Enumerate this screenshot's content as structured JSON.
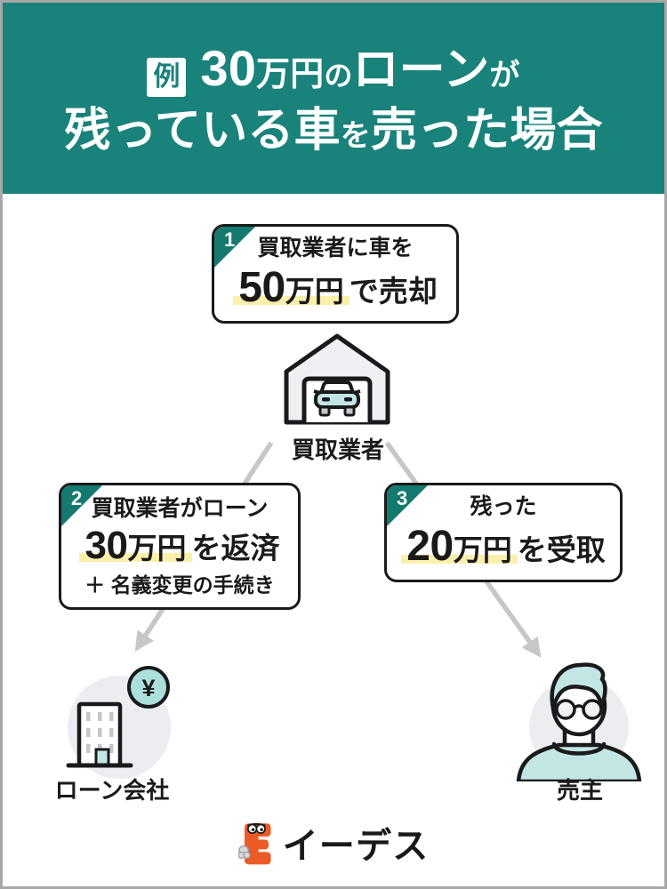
{
  "colors": {
    "header_bg": "#19827B",
    "step_corner": "#147A70",
    "highlight_yellow": "#FAF0AC",
    "arrow_gray": "#C7C7C7",
    "teal_fill": "#C2E6E3",
    "icon_gray_bg": "#ECEDF0",
    "ink": "#1A1A1A",
    "brand_orange": "#EB5B25",
    "page_border": "#A8A8A8"
  },
  "header": {
    "badge": "例",
    "amount": "30",
    "unit": "万円",
    "particle_no": "の",
    "loan": "ローン",
    "particle_ga": "が",
    "line2_a": "残っている車",
    "line2_wo": "を",
    "line2_b": "売った場合"
  },
  "steps": {
    "one": {
      "num": "1",
      "line1": "買取業者に車を",
      "amount": "50",
      "unit": "万円",
      "rest": "で売却"
    },
    "two": {
      "num": "2",
      "line1": "買取業者がローン",
      "amount": "30",
      "unit": "万円",
      "rest": "を返済",
      "extra": "＋ 名義変更の手続き"
    },
    "three": {
      "num": "3",
      "line1": "残った",
      "amount": "20",
      "unit": "万円",
      "rest": "を受取"
    }
  },
  "entities": {
    "buyer": "買取業者",
    "loan_company": "ローン会社",
    "seller": "売主"
  },
  "icons": {
    "yen_symbol": "¥"
  },
  "footer": {
    "brand": "イーデス"
  }
}
